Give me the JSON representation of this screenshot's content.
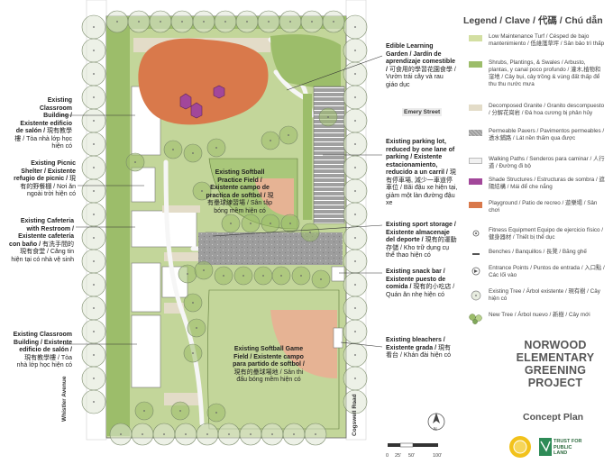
{
  "legend": {
    "title": "Legend / Clave / 代碼 / Chú dẫn",
    "items": [
      {
        "label": "Low Maintenance Turf / Césped de bajo mantenimiento / 低維護草坪 / Sân bảo trì thấp",
        "color": "#d3dfa2",
        "kind": "fill"
      },
      {
        "label": "Shrubs, Plantings, & Swales / Arbusto, plantas, y canal poco profundo / 灌木,植物和窪地 / Cây bụi, cây trồng & vùng đất thấp để thu thu nước mưa",
        "color": "#9cbd6a",
        "kind": "fill"
      },
      {
        "label": "Decomposed Granite / Granito descompuesto / 分解花崗岩 / Đá hoa cương bị phân hủy",
        "color": "#e3dcc8",
        "kind": "fill"
      },
      {
        "label": "Permeable Pavers / Pavimentos permeables / 透水鋪路 / Lát nền thấm qua được",
        "color": "#9e9e9e",
        "kind": "pavers"
      },
      {
        "label": "Walking Paths / Senderos para caminar / 人行道 / Đường đi bộ",
        "color": "#f1f1f1",
        "kind": "path"
      },
      {
        "label": "Shade Structures / Estructuras de sombra / 遮陽結構 / Mái để che nắng",
        "color": "#a2479a",
        "kind": "fill"
      },
      {
        "label": "Playground / Patio de recreo / 遊樂場 / Sân chơi",
        "color": "#d9794b",
        "kind": "fill"
      },
      {
        "label": "Fitness Equipment Equipo de ejercicio físico / 健身器材 / Thiết bị thể dục",
        "color": "#555555",
        "kind": "fitness"
      },
      {
        "label": "Benches / Banquillos / 長凳 / Băng ghế",
        "color": "#555555",
        "kind": "bench"
      },
      {
        "label": "Entrance Points / Puntos de entrada / 入口點 / Các lối vào",
        "color": "#555555",
        "kind": "entrance"
      },
      {
        "label": "Existing Tree / Árbol existente / 現有樹 / Cây hiện có",
        "color": "#888888",
        "kind": "tree"
      },
      {
        "label": "New Tree / Árbol nuevo / 新樹 / Cây mới",
        "color": "#7fa85a",
        "kind": "newtree"
      }
    ]
  },
  "project": {
    "lines": [
      "NORWOOD",
      "ELEMENTARY",
      "GREENING",
      "PROJECT"
    ],
    "subtitle": "Concept Plan"
  },
  "streets": {
    "left": "Whistler Avenue",
    "right": "Cogswell Road",
    "emery": "Emery Street"
  },
  "annotations": {
    "classroom_top": {
      "bold": "Existing Classroom Building / Existente edificio de salón /",
      "rest": "現有教學樓 / Tòa nhà lớp học hiện có"
    },
    "picnic": {
      "bold": "Existing Picnic Shelter / Existente refugio de picnic /",
      "rest": "現有的野餐棚 / Nơi ăn ngoài trời hiện có"
    },
    "cafeteria": {
      "bold": "Existing Cafeteria with Restroom / Existente cafetería con baño /",
      "rest": "有洗手間的現有食堂 / Căng tin hiện tại có nhà vệ sinh"
    },
    "classroom_bottom": {
      "bold": "Existing Classroom Building / Existente edificio de salón /",
      "rest": "現有教學樓 / Tòa nhà lớp học hiện có"
    },
    "garden": {
      "bold": "Edible Learning Garden / Jardín de aprendizaje comestible /",
      "rest": "可食用的學習花園食學 / Vườn trái cây và rau giáo dục"
    },
    "parking": {
      "bold": "Existing parking lot, reduced by one lane of parking / Existente estacionamiento, reducido a un carril /",
      "rest": "現有停車場, 減少一車道停車位 / Bãi đậu xe hiện tại, giảm một làn đường đậu xe"
    },
    "storage": {
      "bold": "Existing sport storage / Existente almacenaje del deporte /",
      "rest": "現有的運動存儲 / Kho trữ dụng cụ thể thao hiện có"
    },
    "snack": {
      "bold": "Existing snack bar / Existente puesto de comida /",
      "rest": "現有的小吃店 / Quán ăn nhẹ hiện có"
    },
    "bleachers": {
      "bold": "Existing bleachers / Existente grada /",
      "rest": "現有看台 / Khán đài hiện có"
    },
    "practice": {
      "bold": "Existing Softball Practice Field / Existente campo de practica de softbol /",
      "rest": "現有壘球練習場 / Sân tập bóng mềm hiện có"
    },
    "game": {
      "bold": "Existing Softball Game Field / Existente campo para partido de softbol /",
      "rest": "現有的壘球場地 / Sân thi đấu bóng mềm hiện có"
    }
  },
  "scale": {
    "labels": [
      "0",
      "25'",
      "50'",
      "100'"
    ]
  },
  "logos": {
    "trust": "TRUST FOR PUBLIC LAND",
    "north": "N"
  }
}
